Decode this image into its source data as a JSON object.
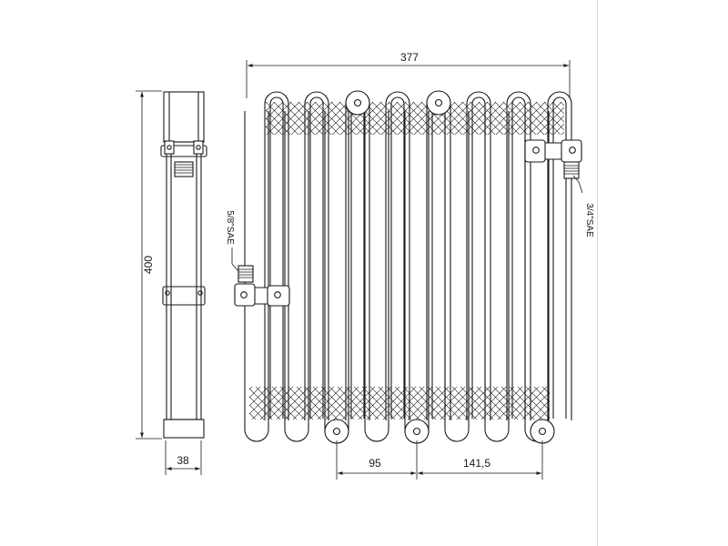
{
  "drawing": {
    "dimensions": {
      "overall_width": "377",
      "height": "400",
      "depth": "38",
      "pitch_left": "95",
      "pitch_right": "141,5"
    },
    "ports": {
      "inlet_label": "5/8\"SAE",
      "outlet_label": "3/4\"SAE"
    }
  },
  "colors": {
    "line": "#1a1a1a",
    "background": "#ffffff"
  }
}
